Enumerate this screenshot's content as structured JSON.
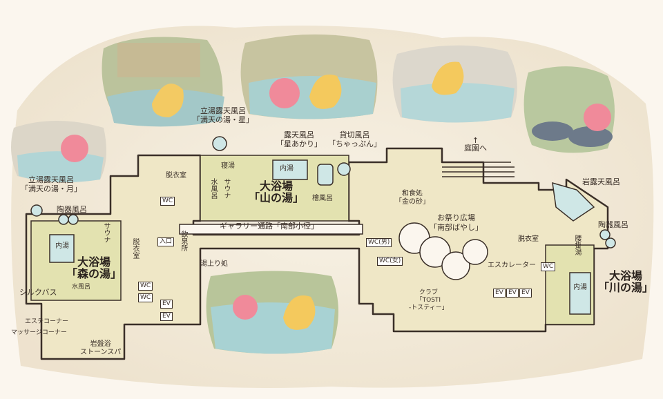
{
  "map": {
    "baths": {
      "yama": {
        "title": "大浴場",
        "name": "「山の湯」"
      },
      "mori": {
        "title": "大浴場",
        "name": "「森の湯」"
      },
      "kawa": {
        "title": "大浴場",
        "name": "「川の湯」"
      }
    },
    "labels": {
      "tachiyu_hoshi_1": "立湯露天風呂",
      "tachiyu_hoshi_2": "「満天の湯・星」",
      "tachiyu_tsuki_1": "立湯露天風呂",
      "tachiyu_tsuki_2": "「満天の湯・月」",
      "roten_hoshi_1": "露天風呂",
      "roten_hoshi_2": "「星あかり」",
      "kashikiri_1": "貸切風呂",
      "kashikiri_2": "「ちゃっぷん」",
      "teien": "庭園へ",
      "teien_arrow": "↑",
      "iwa_roten": "岩露天風呂",
      "touki_right": "陶器風呂",
      "touki_left": "陶器風呂",
      "nemaru": "寝湯",
      "uchiyu_yama": "内湯",
      "uchiyu_mori": "内湯",
      "uchiyu_kawa": "内湯",
      "datsui_yama": "脱衣室",
      "datsui_mori": "脱衣室",
      "datsui_kawa": "脱衣室",
      "mizuburo_yama": "水風呂",
      "mizuburo_mori": "水風呂",
      "sauna_yama": "サウナ",
      "sauna_mori": "サウナ",
      "hinoki": "檜風呂",
      "gallery": "ギャラリー通路「南部小径」",
      "washoku_1": "和食処",
      "washoku_2": "「金の砂」",
      "omatsuri_1": "お祭り広場",
      "omatsuri_2": "「南部ばやし」",
      "koshikake": "腰掛湯",
      "escalator": "エスカレーター",
      "club_1": "クラブ",
      "club_2": "「TOSTI",
      "club_3": "-トスティー」",
      "silk": "シルクバス",
      "este": "エステコーナー",
      "massage": "マッサージコーナー",
      "ganban_1": "岩盤浴",
      "ganban_2": "ストーンスパ",
      "nyuuroku": "入口",
      "inryo": "飲泉所",
      "yuagari": "湯上り処",
      "wc": "WC",
      "wc_men": "WC(男)",
      "wc_women": "WC(女)",
      "ev": "EV"
    }
  },
  "colors": {
    "floor": "#efe7c6",
    "bath_area": "#e3e2b0",
    "water": "#cfe7e6",
    "wall": "#3a2f28",
    "paper": "#fbf6ee",
    "pink_char": "#f08a9a",
    "yellow_char": "#f4c95d"
  }
}
